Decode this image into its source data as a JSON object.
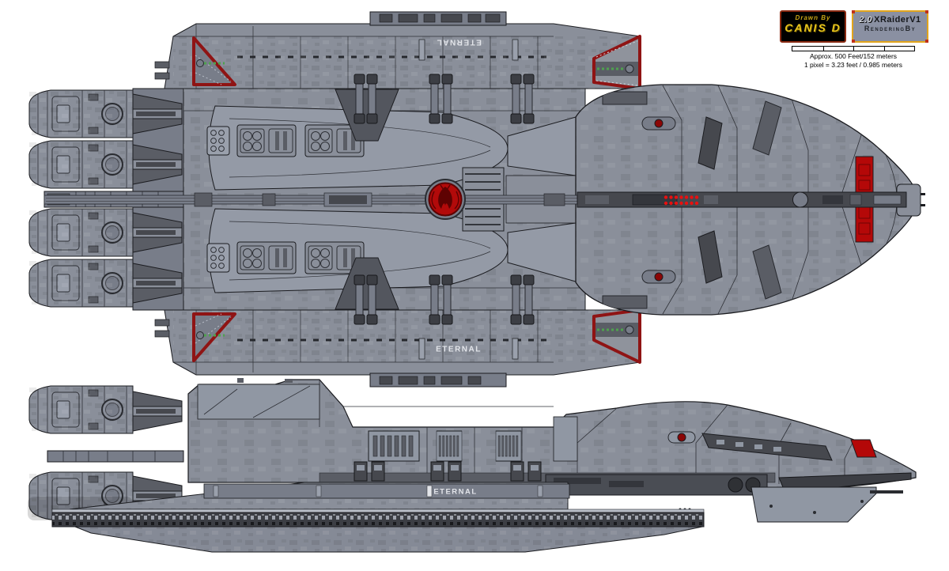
{
  "page": {
    "background": "#ffffff"
  },
  "credits": {
    "drawn_by": {
      "label": "Drawn By",
      "name": "CANIS D",
      "bg": "#000000",
      "text_color": "#e8c41d",
      "border_color": "#8a2a12"
    },
    "rendering_by": {
      "version": "2.0",
      "name": "XRaiderV1",
      "label": "RenderingBy",
      "bg": "#8a90a2",
      "text_color": "#16181c",
      "border_color": "#e2a51c"
    }
  },
  "scale_bar": {
    "line1": "Approx. 500 Feet/152 meters",
    "line2": "1 pixel = 3.23 feet / 0.985 meters",
    "segments": 4
  },
  "ship": {
    "name": "ETERNAL",
    "labels": {
      "top_view_upper_pod": "ETERNAL",
      "top_view_lower_pod": "ETERNAL",
      "side_view_pod": "ETERNAL"
    },
    "views": [
      "dorsal top view",
      "port side profile view"
    ],
    "engine_pods_top_view": 4,
    "flight_pods": 2,
    "landing_bays_marked_red": 4
  },
  "annotations": {
    "bow_spine_lights": {
      "rows": 2,
      "dots_per_row": 7,
      "color": "#e81010"
    },
    "bow_marking_band_color": "#b40808",
    "runway_centerline_color": "#4fa14f"
  },
  "palette": {
    "hull_light": "#9aa0ac",
    "hull": "#8a8f9a",
    "hull_mid": "#787d89",
    "hull_dark": "#5a5d65",
    "hull_darker": "#46484e",
    "outline": "#1b1c20",
    "bay_border_red": "#8f1414",
    "hull_marking_red": "#b40808",
    "emblem_red": "#b20a0a",
    "label_text": "#e3e5ea"
  }
}
